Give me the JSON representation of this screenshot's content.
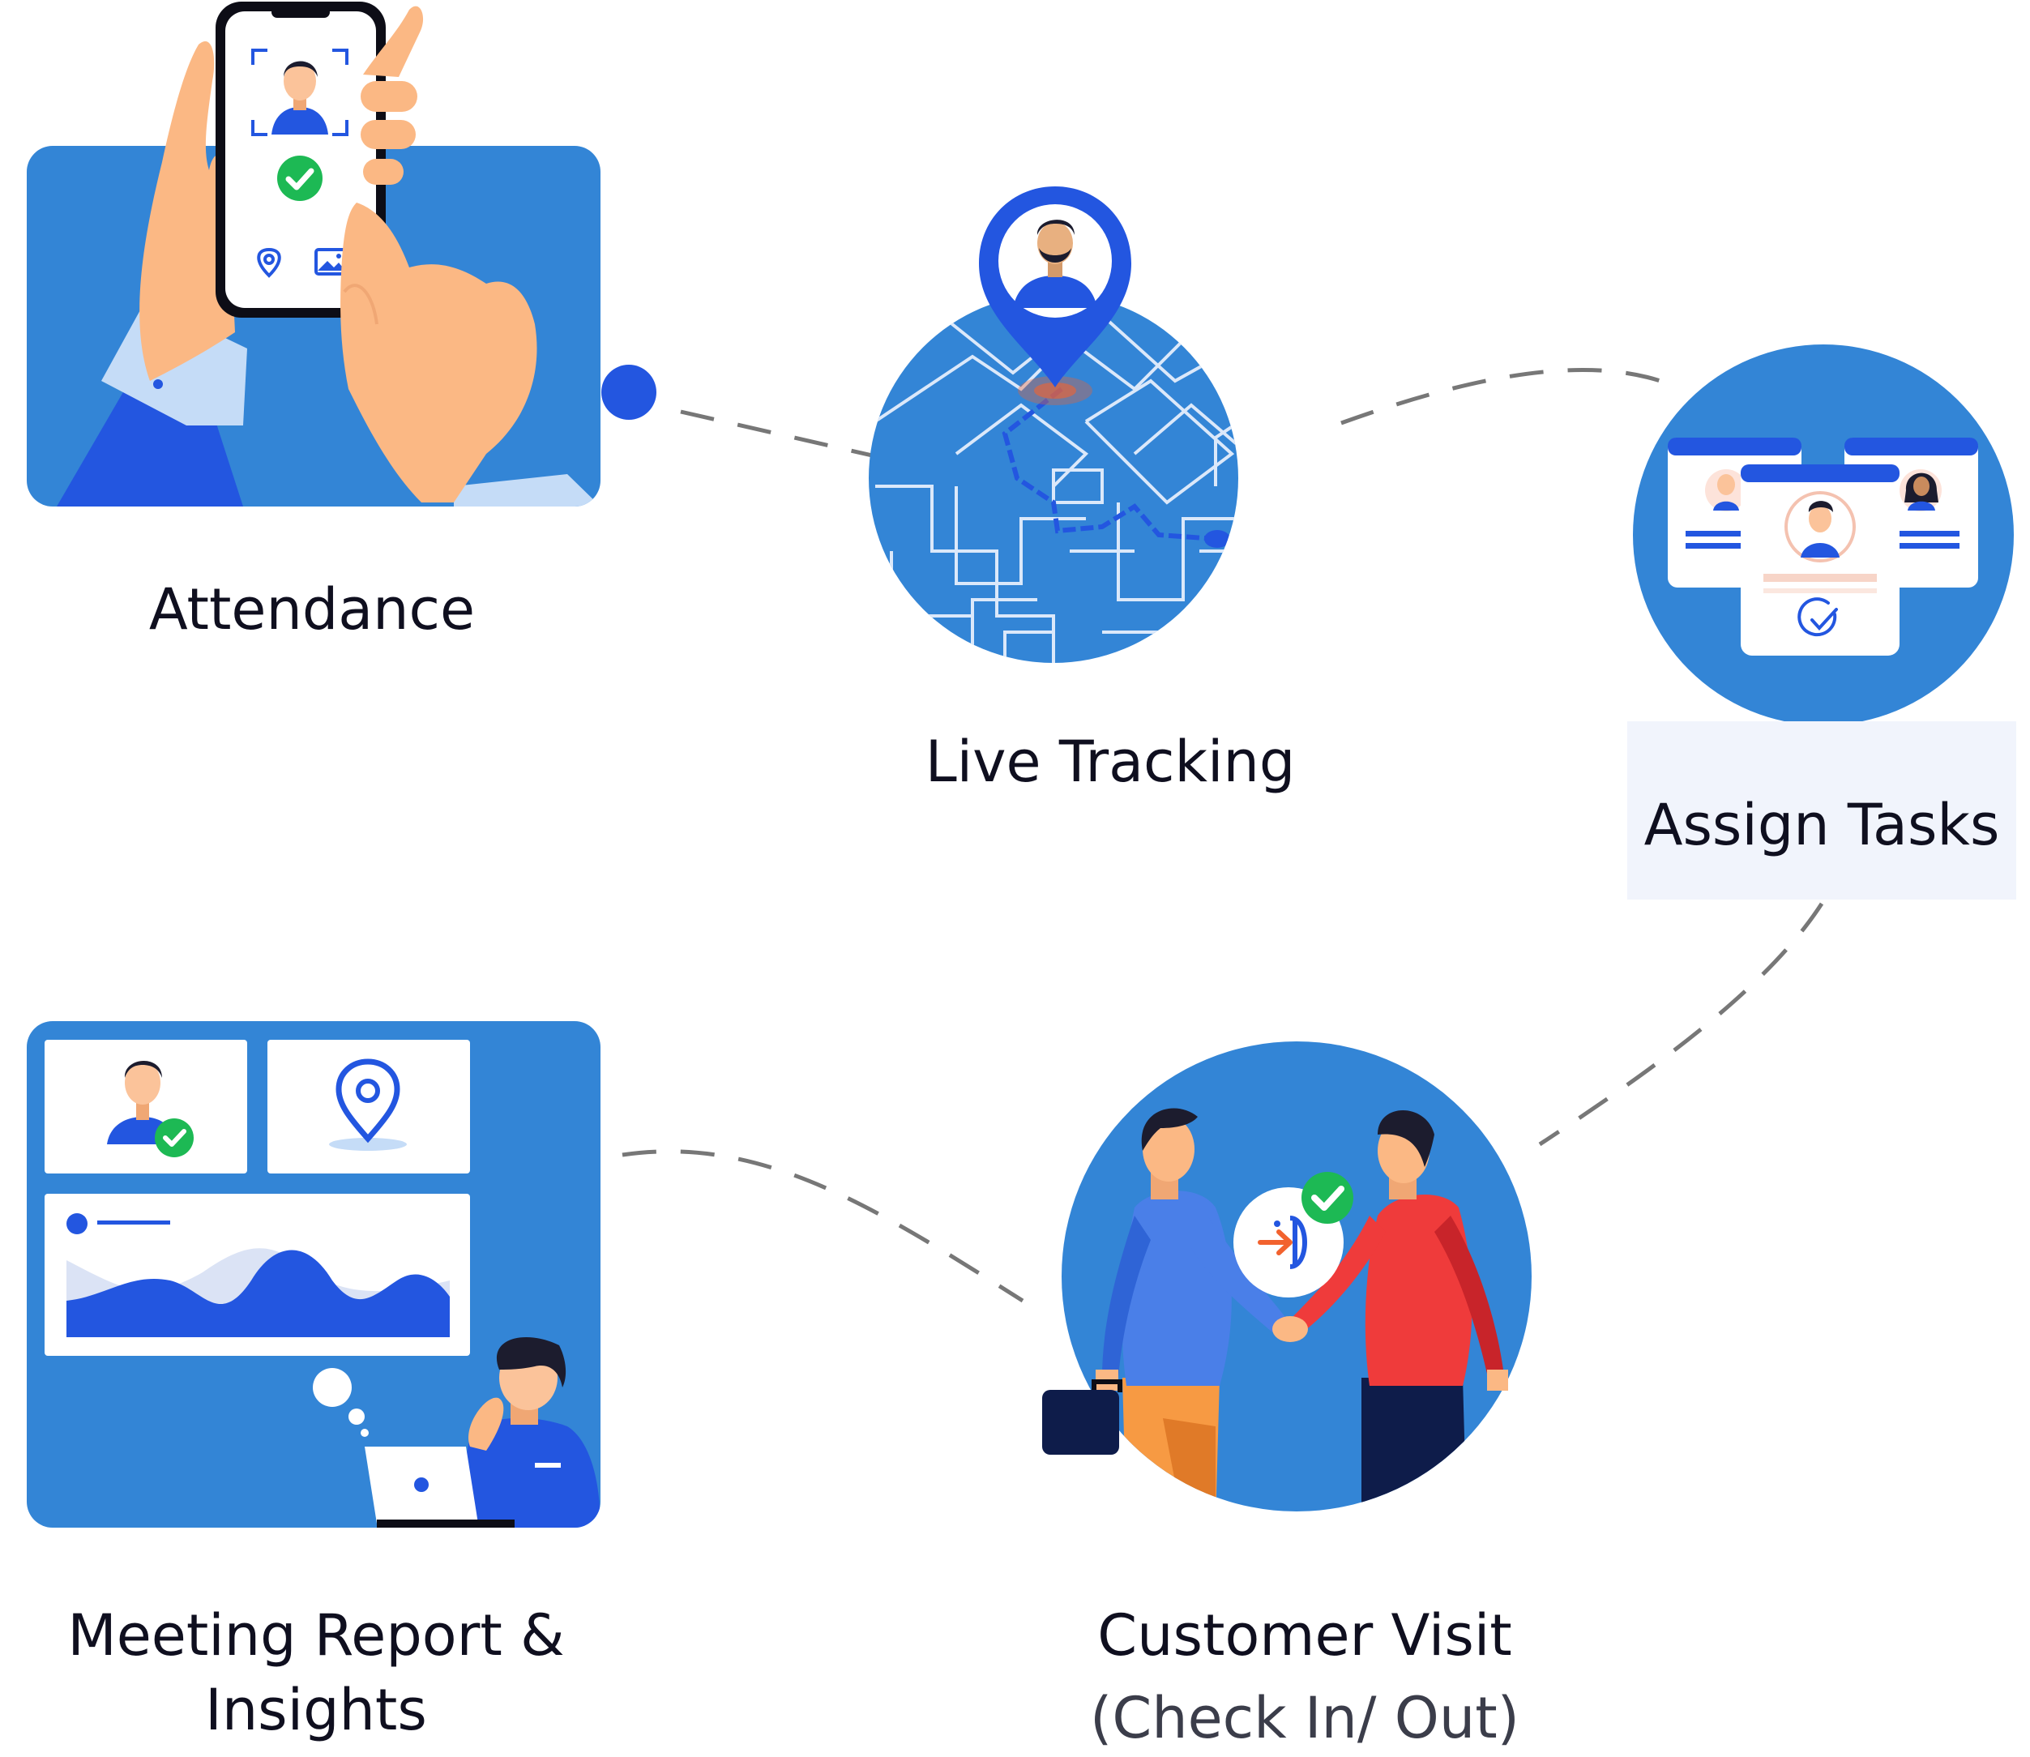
{
  "colors": {
    "primary_blue": "#3385d6",
    "dark_blue": "#2356e0",
    "green_check": "#1db954",
    "skin": "#fbb884",
    "dashed_line": "#777777",
    "label_bg": "#f1f4fc"
  },
  "icons": [
    "user-face-icon",
    "check-icon",
    "location-pin-icon",
    "image-icon",
    "map-pin-icon",
    "check-in-icon",
    "briefcase-icon",
    "laptop-icon",
    "wave-chart-icon"
  ],
  "features": {
    "attendance": {
      "label": "Attendance"
    },
    "live_tracking": {
      "label": "Live Tracking"
    },
    "assign_tasks": {
      "label": "Assign Tasks"
    },
    "meeting_report": {
      "label_line1": "Meeting Report &",
      "label_line2": "Insights"
    },
    "customer_visit": {
      "label_line1": "Customer Visit",
      "label_line2": "(Check In/ Out)"
    }
  }
}
